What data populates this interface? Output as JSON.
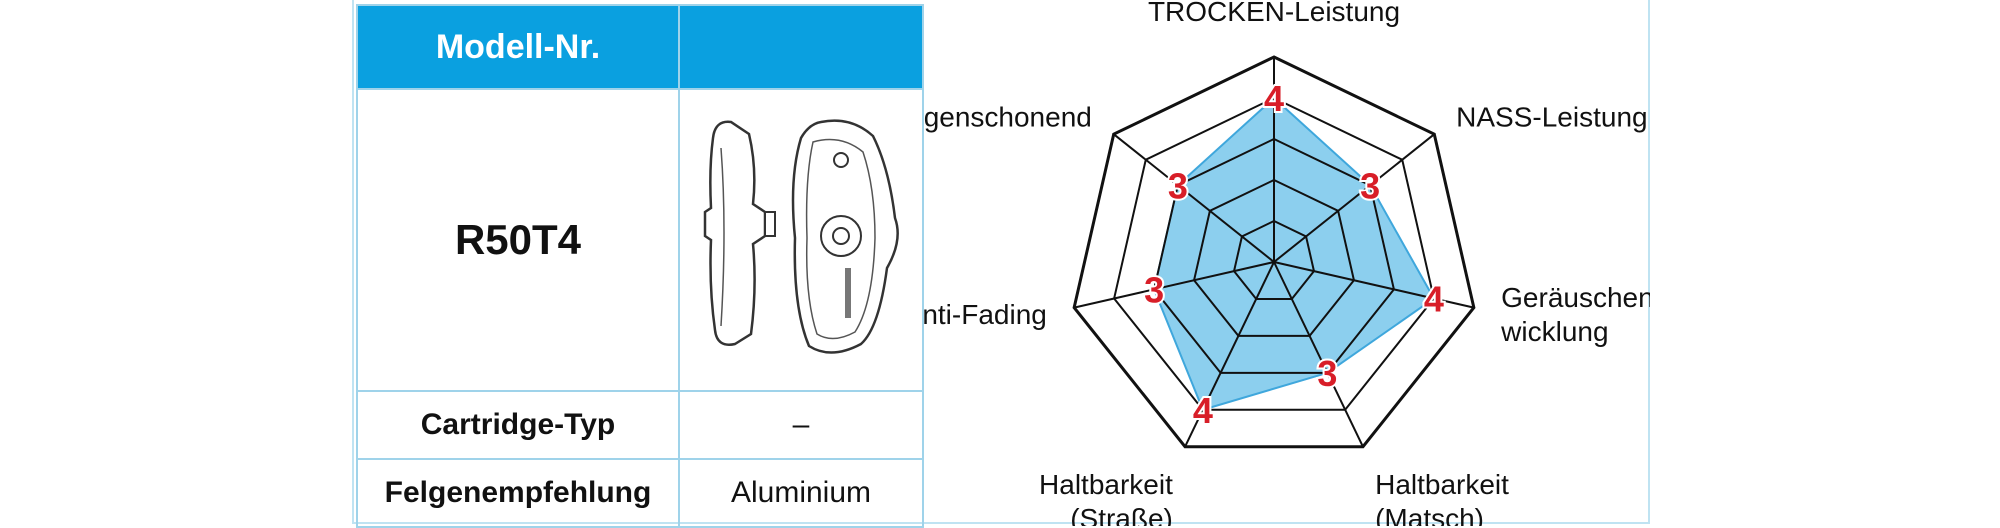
{
  "table": {
    "header_label": "Modell-Nr.",
    "header_value": "",
    "model": "R50T4",
    "rows": [
      {
        "label": "Cartridge-Typ",
        "value": "–"
      },
      {
        "label": "Felgenempfehlung",
        "value": "Aluminium"
      }
    ]
  },
  "chart_data": {
    "type": "radar",
    "max": 5,
    "axes": [
      {
        "label_lines": [
          "TROCKEN-Leistung"
        ],
        "value": 4
      },
      {
        "label_lines": [
          "NASS-Leistung"
        ],
        "value": 3
      },
      {
        "label_lines": [
          "Geräuschent-",
          "wicklung"
        ],
        "value": 4
      },
      {
        "label_lines": [
          "Haltbarkeit",
          "(Matsch)"
        ],
        "value": 3
      },
      {
        "label_lines": [
          "Haltbarkeit",
          "(Straße)"
        ],
        "value": 4
      },
      {
        "label_lines": [
          "Anti-Fading"
        ],
        "value": 3
      },
      {
        "label_lines": [
          "Felgenschonend"
        ],
        "value": 3
      }
    ],
    "fill_color": "#8ccfee",
    "fill_stroke": "#3fa7dc",
    "grid_color": "#111111",
    "value_label_color": "#d81e28"
  }
}
